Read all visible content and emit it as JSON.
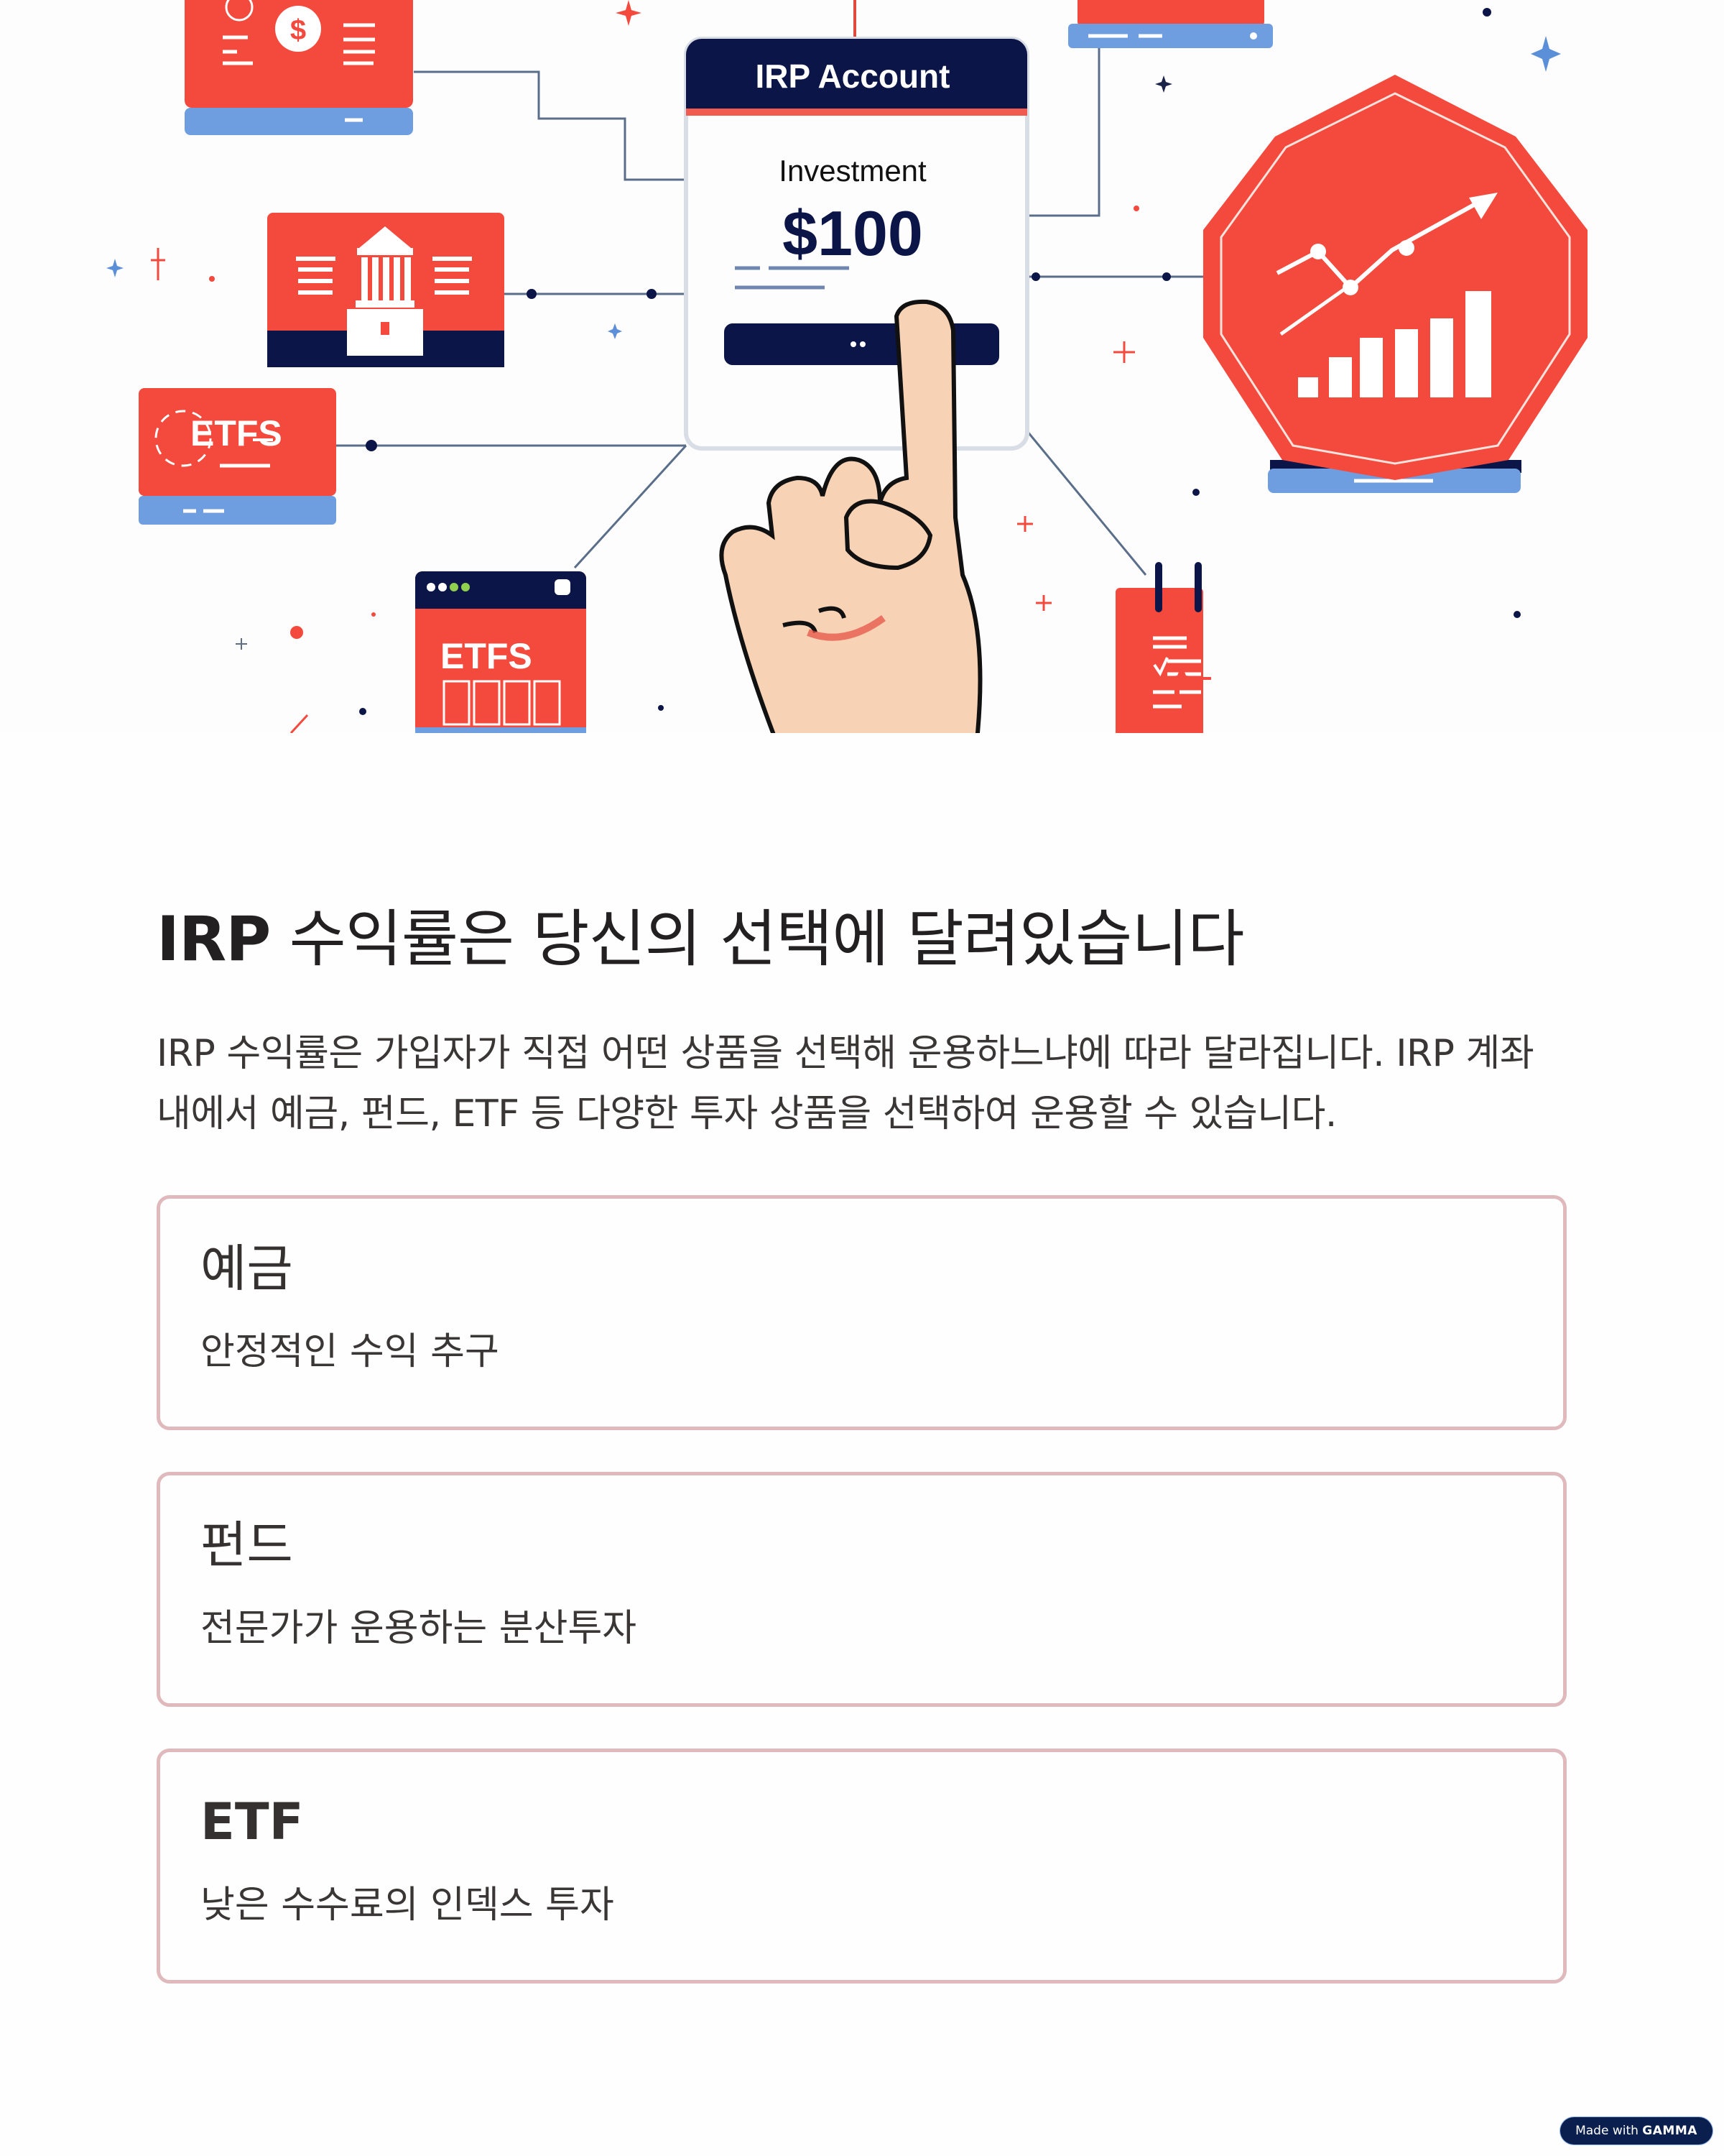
{
  "hero": {
    "alt": "IRP account investment illustration",
    "account_card": {
      "header": "IRP Account",
      "label": "Investment",
      "amount": "$100",
      "button_glyph": "••"
    },
    "cards": [
      {
        "label": "ETFS"
      },
      {
        "label": "ETFS"
      }
    ],
    "colors": {
      "red": "#f44a3e",
      "navy": "#0c1547",
      "blue": "#6f9ee0",
      "skin": "#f7d2b4"
    }
  },
  "section": {
    "heading_bold": "IRP",
    "heading_rest": " 수익률은 당신의 선택에 달려있습니다",
    "paragraph": "IRP 수익률은 가입자가 직접 어떤 상품을 선택해 운용하느냐에 따라 달라집니다. IRP 계좌 내에서 예금, 펀드, ETF 등 다양한 투자 상품을 선택하여 운용할 수 있습니다."
  },
  "options": [
    {
      "title": "예금",
      "description": "안정적인 수익 추구"
    },
    {
      "title": "펀드",
      "description": "전문가가 운용하는 분산투자"
    },
    {
      "title": "ETF",
      "description": "낮은 수수료의 인덱스 투자"
    }
  ],
  "badge": {
    "prefix": "Made with ",
    "brand": "GAMMA"
  },
  "theme": {
    "card_border": "#e0b9bd",
    "text": "#3a3636",
    "badge_bg": "#0b1f4f"
  }
}
